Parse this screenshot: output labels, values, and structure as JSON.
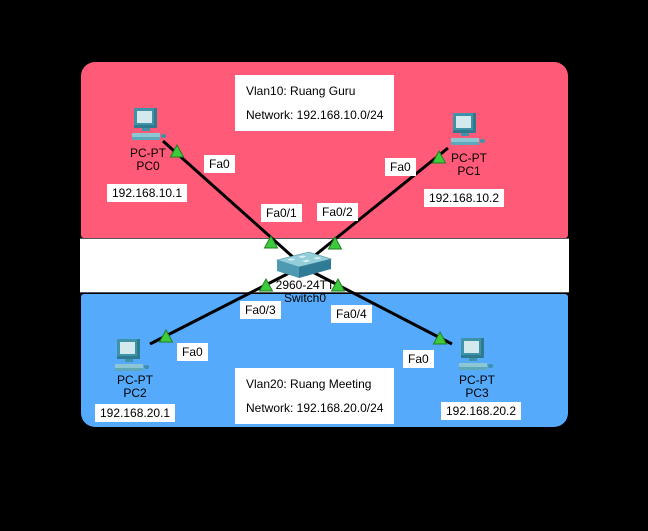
{
  "zones": {
    "vlan10": {
      "line1": "Vlan10: Ruang Guru",
      "line2": "Network: 192.168.10.0/24"
    },
    "vlan20": {
      "line1": "Vlan20: Ruang Meeting",
      "line2": "Network: 192.168.20.0/24"
    }
  },
  "switch": {
    "model": "2960-24TT",
    "name": "Switch0"
  },
  "pcs": [
    {
      "type": "PC-PT",
      "name": "PC0",
      "ip": "192.168.10.1",
      "port": "Fa0",
      "switch_port": "Fa0/1"
    },
    {
      "type": "PC-PT",
      "name": "PC1",
      "ip": "192.168.10.2",
      "port": "Fa0",
      "switch_port": "Fa0/2"
    },
    {
      "type": "PC-PT",
      "name": "PC2",
      "ip": "192.168.20.1",
      "port": "Fa0",
      "switch_port": "Fa0/3"
    },
    {
      "type": "PC-PT",
      "name": "PC3",
      "ip": "192.168.20.2",
      "port": "Fa0",
      "switch_port": "Fa0/4"
    }
  ],
  "colors": {
    "canvas_bg": "#000000",
    "vlan10_fill": "#FF5A78",
    "trunk_fill": "#FFFFFF",
    "vlan20_fill": "#55AAFB",
    "cable": "#000000",
    "link_up": "#3DCB3D",
    "label_bg": "#FFFFFF",
    "text": "#000000"
  }
}
